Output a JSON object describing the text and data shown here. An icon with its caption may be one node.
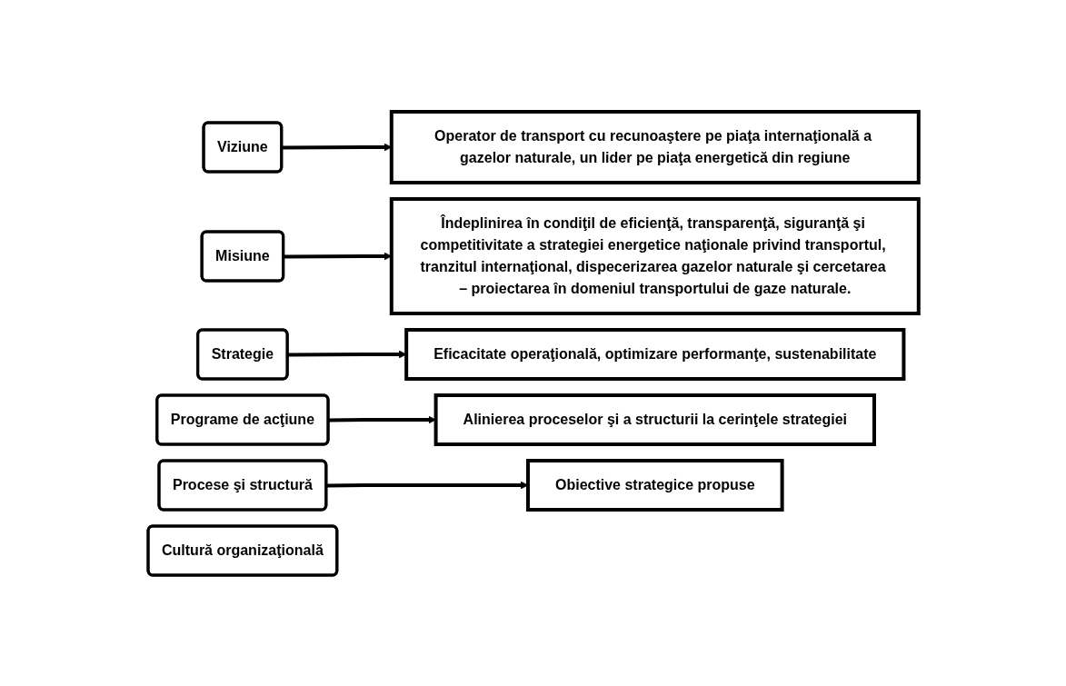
{
  "diagram": {
    "nodes": [
      {
        "text": [
          "Viziune"
        ]
      },
      {
        "text": [
          "Operator de transport cu recunoaştere pe piaţa internaţională a gazelor naturale, un lider pe piaţa energetică din regiune"
        ]
      },
      {
        "text": [
          "Misiune"
        ]
      },
      {
        "text": [
          "Îndeplinirea în condiţil de eficienţă, transparenţă, siguranţă şi competitivitate a strategiei energetice naţionale privind transportul, tranzitul internaţional, dispecerizarea gazelor naturale şi cercetarea – proiectarea în domeniul transportului de gaze naturale."
        ]
      },
      {
        "text": [
          "Strategie"
        ]
      },
      {
        "text": [
          "Eficacitate operaţională, optimizare performanţe, sustenabilitate"
        ]
      },
      {
        "text": [
          "Programe de acţiune"
        ]
      },
      {
        "text": [
          "Alinierea proceselor şi a structurii la cerinţele strategiei"
        ]
      },
      {
        "text": [
          "Procese şi structură"
        ]
      },
      {
        "text": [
          "Obiective strategice propuse"
        ]
      },
      {
        "text": [
          "Cultură organizaţională"
        ]
      }
    ],
    "edges": [
      {
        "from": 0,
        "to": 1,
        "arrow": "to"
      },
      {
        "from": 2,
        "to": 3,
        "arrow": "to"
      },
      {
        "from": 4,
        "to": 5,
        "arrow": "to"
      },
      {
        "from": 6,
        "to": 7,
        "arrow": "to"
      },
      {
        "from": 8,
        "to": 9,
        "arrow": "to"
      }
    ]
  }
}
